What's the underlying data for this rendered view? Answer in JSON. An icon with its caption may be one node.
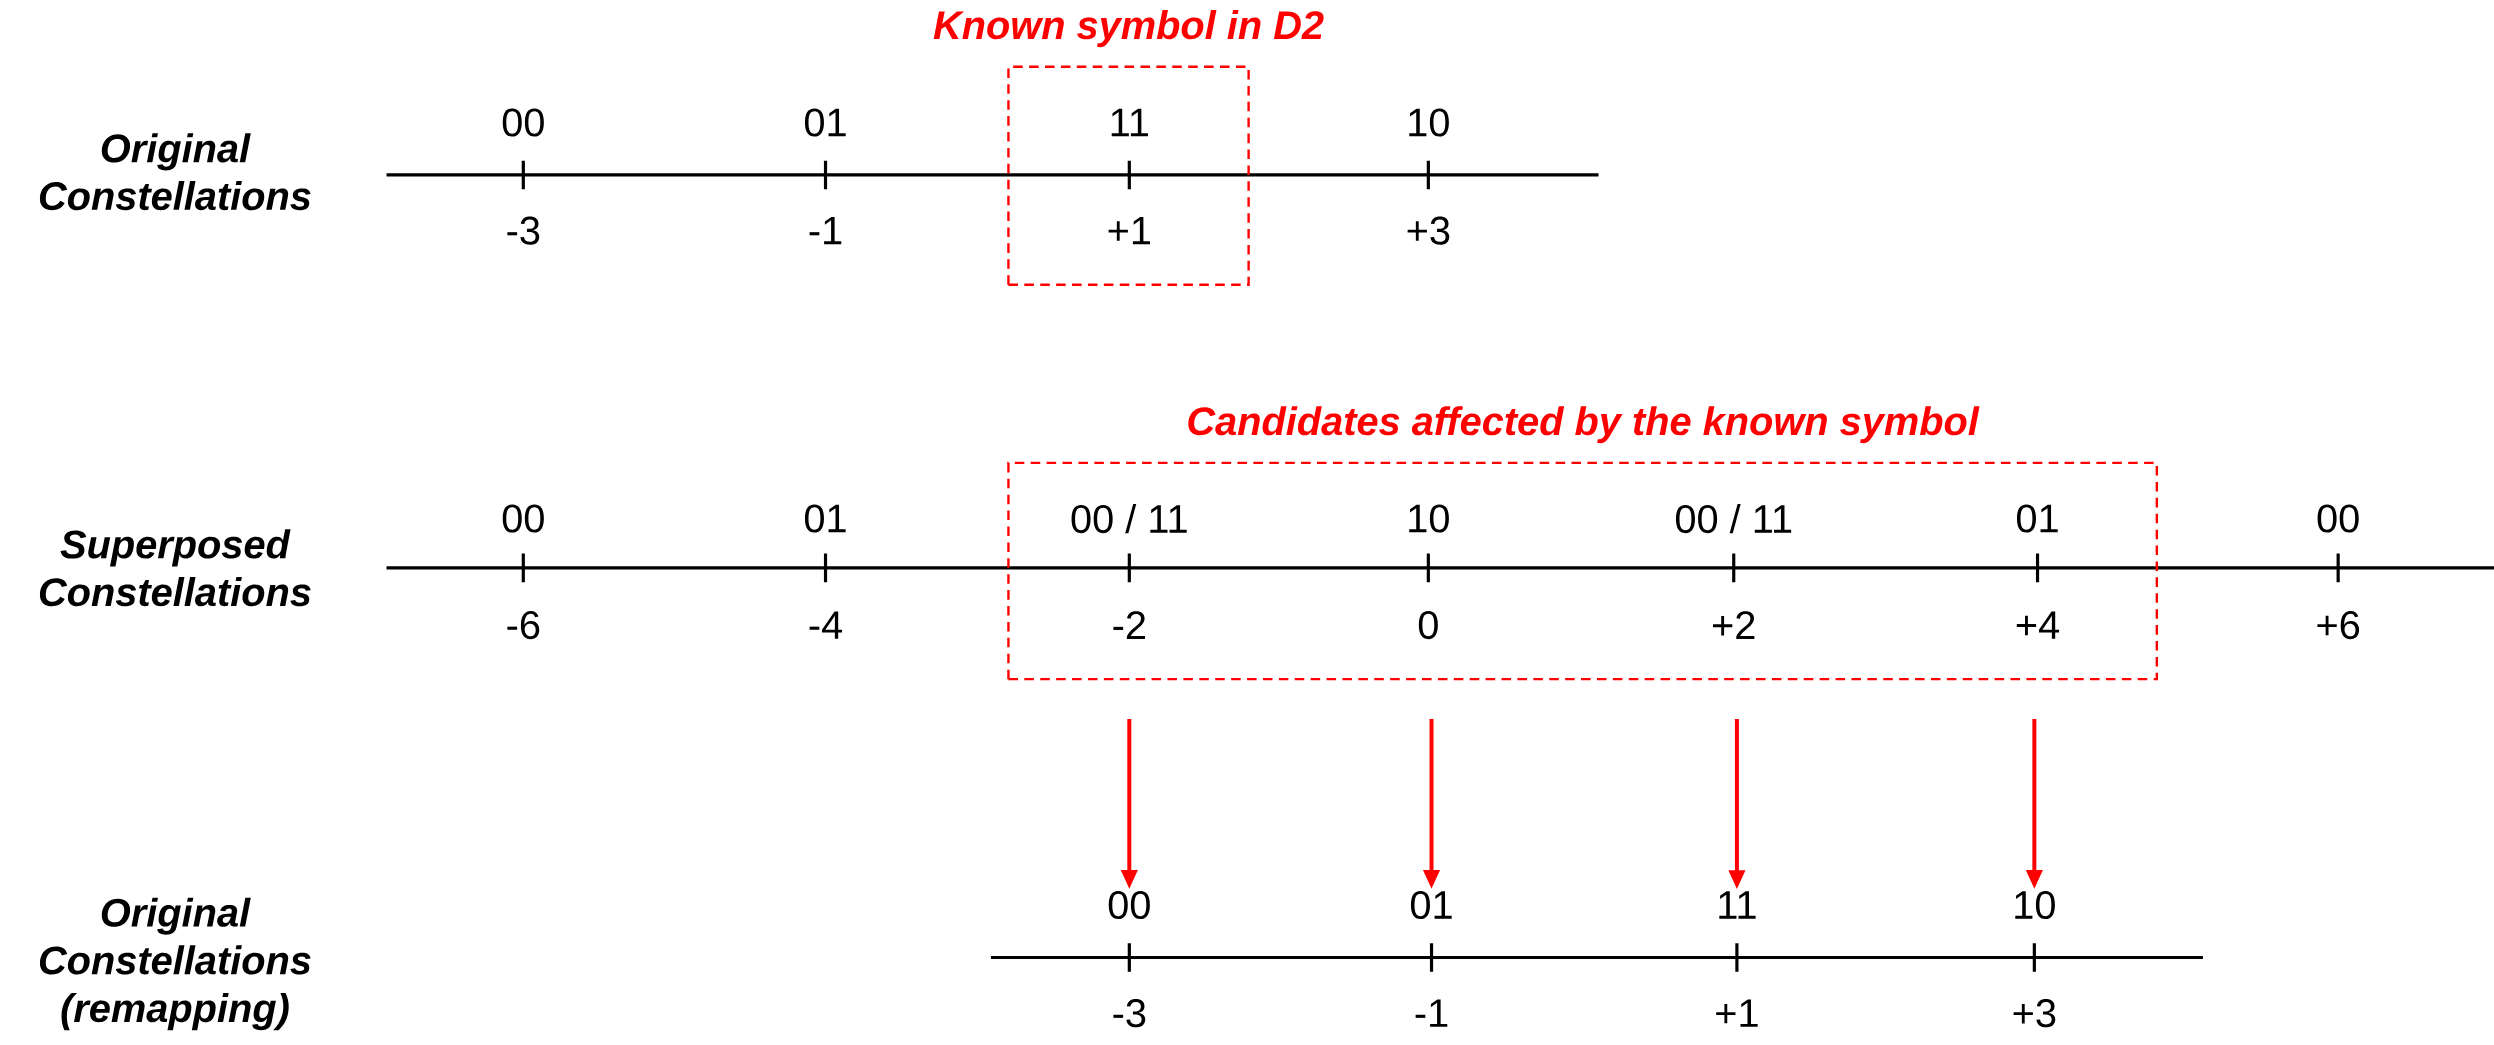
{
  "diagram": {
    "nodes": [
      {
        "text": [
          "Known symbol in D2"
        ]
      },
      {
        "text": [
          "11"
        ],
        "in": 0
      },
      {
        "text": [
          "+1"
        ],
        "in": 0
      },
      {
        "text": [
          "Candidates affected by the known symbol"
        ]
      },
      {
        "text": [
          "00 / 11"
        ],
        "in": 3
      },
      {
        "text": [
          "-2"
        ],
        "in": 3
      },
      {
        "text": [
          "10"
        ],
        "in": 3
      },
      {
        "text": [
          "0"
        ],
        "in": 3
      },
      {
        "text": [
          "00 / 11"
        ],
        "in": 3
      },
      {
        "text": [
          "+2"
        ],
        "in": 3
      },
      {
        "text": [
          "01"
        ],
        "in": 3
      },
      {
        "text": [
          "+4"
        ],
        "in": 3
      },
      {
        "text": [
          "00"
        ]
      },
      {
        "text": [
          "01"
        ]
      },
      {
        "text": [
          "11"
        ]
      },
      {
        "text": [
          "10"
        ]
      }
    ],
    "edges": [
      {
        "from": null,
        "to": 12,
        "arrow": "to"
      },
      {
        "from": null,
        "to": 13,
        "arrow": "to"
      },
      {
        "from": null,
        "to": 14,
        "arrow": "to"
      },
      {
        "from": null,
        "to": 15,
        "arrow": "to"
      }
    ],
    "labels": [
      "Original Constellations",
      "00",
      "01",
      "10",
      "-3",
      "-1",
      "+3",
      "Superposed Constellations",
      "00",
      "01",
      "00",
      "-6",
      "-4",
      "+6",
      "Original Constellations (remapping)",
      "-3",
      "-1",
      "+1",
      "+3"
    ]
  }
}
